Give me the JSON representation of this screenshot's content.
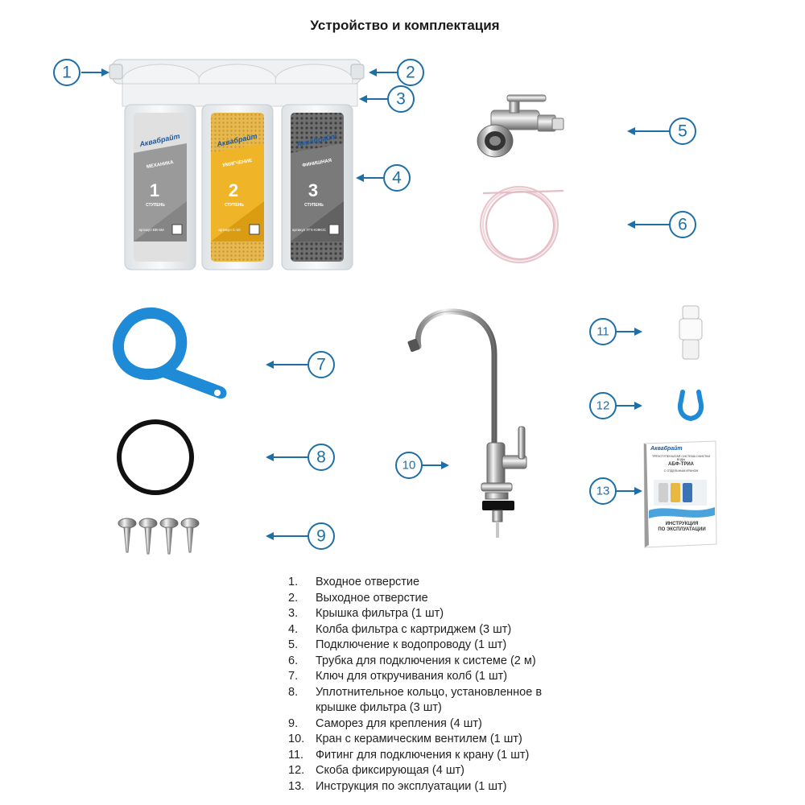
{
  "title": "Устройство и комплектация",
  "brand": "Аквабрайт",
  "filter_bottle": {
    "stage_word": "СТУПЕНЬ",
    "stages": [
      {
        "number": "1",
        "name": "МЕХАНИКА",
        "article": "артикул ВВ-5М",
        "color": "#b9b9b9"
      },
      {
        "number": "2",
        "name": "УМЯГЧЕНИЕ",
        "article": "артикул С-10",
        "color": "#f0b428"
      },
      {
        "number": "3",
        "name": "ФИНИШНАЯ",
        "article": "артикул УГХ-Ю9ЮС",
        "color": "#8a8a8a"
      }
    ]
  },
  "manual": {
    "brand": "Аквабрайт",
    "subtitle": "ТРЁХСТУПЕНЧАТАЯ СИСТЕМА ОЧИСТКИ ВОДЫ",
    "model": "АБФ-ТРИА",
    "model_note": "С ОТДЕЛЬНЫМ КРАНОМ",
    "doc_title_line1": "ИНСТРУКЦИЯ",
    "doc_title_line2": "ПО ЭКСПЛУАТАЦИИ"
  },
  "callouts": [
    "1",
    "2",
    "3",
    "4",
    "5",
    "6",
    "7",
    "8",
    "9",
    "10",
    "11",
    "12",
    "13"
  ],
  "legend": [
    {
      "n": "1.",
      "text": "Входное отверстие"
    },
    {
      "n": "2.",
      "text": "Выходное отверстие"
    },
    {
      "n": "3.",
      "text": "Крышка фильтра (1 шт)"
    },
    {
      "n": "4.",
      "text": "Колба фильтра с картриджем (3 шт)"
    },
    {
      "n": "5.",
      "text": "Подключение к водопроводу (1 шт)"
    },
    {
      "n": "6.",
      "text": "Трубка для подключения к системе (2 м)"
    },
    {
      "n": "7.",
      "text": "Ключ для откручивания колб (1 шт)"
    },
    {
      "n": "8.",
      "text": "Уплотнительное кольцо, установленное в крышке фильтра (3 шт)"
    },
    {
      "n": "9.",
      "text": "Саморез для крепления (4 шт)"
    },
    {
      "n": "10.",
      "text": "Кран с керамическим вентилем (1 шт)"
    },
    {
      "n": "11.",
      "text": "Фитинг для подключения к крану (1 шт)"
    },
    {
      "n": "12.",
      "text": "Скоба фиксирующая (4 шт)"
    },
    {
      "n": "13.",
      "text": "Инструкция по эксплуатации (1 шт)"
    }
  ],
  "colors": {
    "accent": "#1e6fa8",
    "wrench": "#1f8ad6"
  }
}
